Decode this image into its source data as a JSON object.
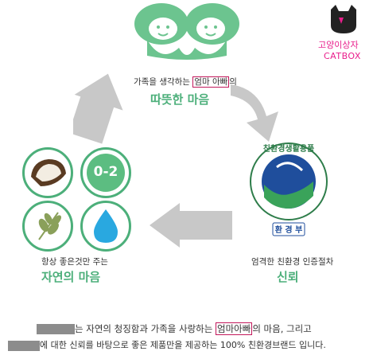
{
  "logo": {
    "name_ko": "고양이상자",
    "name_en": "CATBOX",
    "icon": "cat-face-icon",
    "color": "#e91e8c"
  },
  "top": {
    "caption_prefix": "가족을 생각하는 ",
    "caption_highlight": "엄마 아빠",
    "caption_suffix": "의",
    "title": "따뜻한 마음",
    "icon": "twin-babies-icon"
  },
  "left": {
    "caption": "항상 좋은것만 주는",
    "title": "자연의 마음",
    "icons": [
      "coconut-icon",
      "age-0-2-badge-icon",
      "leaf-branch-icon",
      "water-drop-icon"
    ],
    "badge_text": "0-2"
  },
  "right": {
    "caption": "엄격한 친환경 인증절차",
    "title": "신뢰",
    "seal_top_text": "친환경생활용품",
    "seal_bottom_text": "환 경 부",
    "icon": "eco-certification-seal-icon"
  },
  "bottom": {
    "line1_a": "는 자연의 청징함과 가족을 사랑하는 ",
    "line1_highlight": "엄마아빠",
    "line1_b": "의 마음, 그리고",
    "line2": "에 대한 신뢰를 바탕으로 좋은 제품만을 제공하는 100% 친환경브랜드 입니다."
  },
  "colors": {
    "accent_green": "#4caf7a",
    "arrow_gray": "#c8c8c8",
    "highlight_border": "#c2185b",
    "seal_blue": "#1f4e9c"
  }
}
